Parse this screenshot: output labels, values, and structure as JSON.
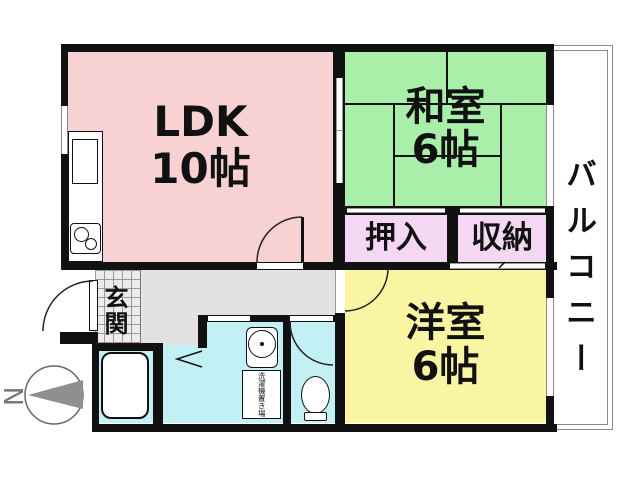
{
  "rooms": {
    "ldk": {
      "name": "LDK",
      "size": "10帖",
      "color": "#f8d2d2"
    },
    "washitsu": {
      "name": "和室",
      "size": "6帖",
      "color": "#a9efa9"
    },
    "youshitsu": {
      "name": "洋室",
      "size": "6帖",
      "color": "#f9f5a2"
    },
    "oshiire": {
      "name": "押入",
      "color": "#f3d7f3"
    },
    "shuunou": {
      "name": "収納",
      "color": "#f3d7f3"
    },
    "genkan": {
      "name": "玄関"
    },
    "balcony": {
      "name": "バルコニー"
    },
    "laundry": {
      "name": "洗濯機置き場"
    }
  },
  "compass": {
    "north_label": "N"
  },
  "palette": {
    "wall": "#111111",
    "water_rooms": "#c3f0f4",
    "hallway": "#e2e2e2",
    "balcony_line": "#8a8a8a"
  }
}
